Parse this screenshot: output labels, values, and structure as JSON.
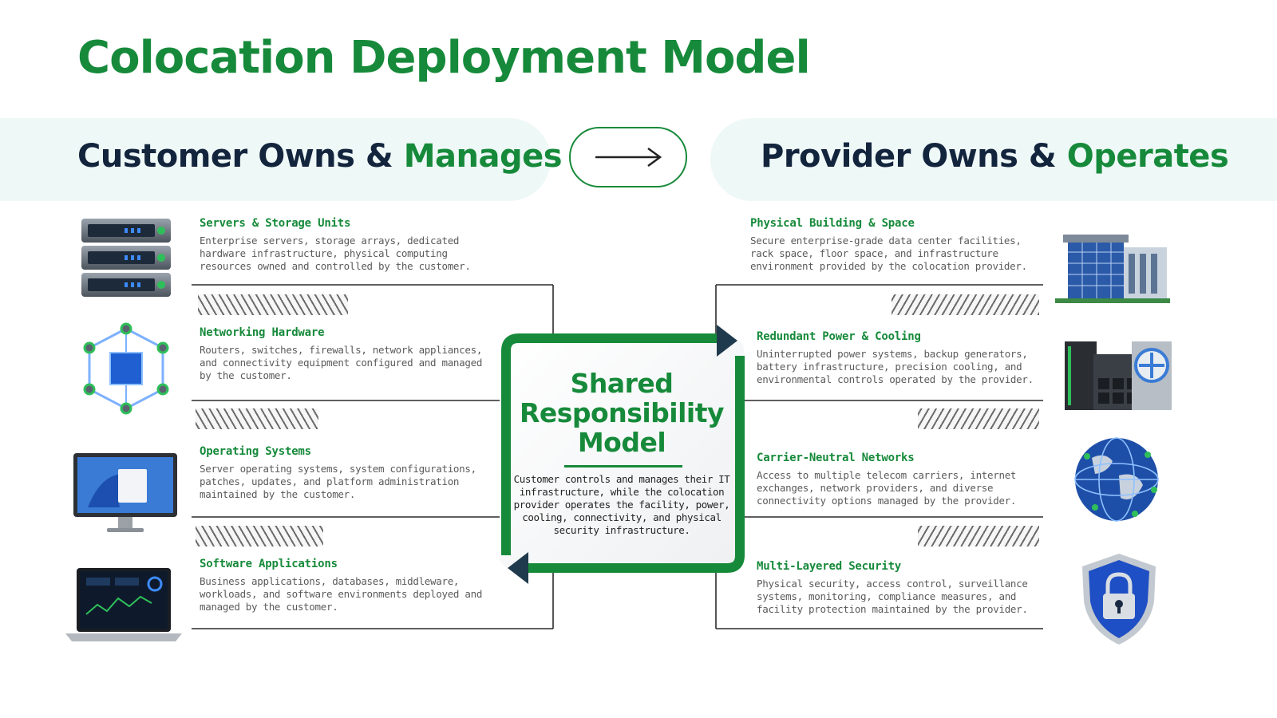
{
  "title": "Colocation Deployment Model",
  "left_header": {
    "part1": "Customer Owns & ",
    "part2": "Manages"
  },
  "right_header": {
    "part1": "Provider Owns & ",
    "part2": "Operates"
  },
  "center": {
    "title_line1": "Shared",
    "title_line2": "Responsibility",
    "title_line3": "Model",
    "text": "Customer controls and manages their IT infrastructure, while the colocation provider operates the facility, power, cooling, connectivity, and physical security infrastructure."
  },
  "customer_items": [
    {
      "title": "Servers & Storage Units",
      "desc": "Enterprise servers, storage arrays, dedicated hardware infrastructure, physical computing resources owned and controlled by the customer.",
      "icon": "server-rack-icon"
    },
    {
      "title": "Networking Hardware",
      "desc": "Routers, switches, firewalls, network appliances, and connectivity equipment configured and managed by the customer.",
      "icon": "network-cube-icon"
    },
    {
      "title": "Operating Systems",
      "desc": "Server operating systems, system configurations, patches, updates, and platform administration maintained by the customer.",
      "icon": "monitor-icon"
    },
    {
      "title": "Software Applications",
      "desc": "Business applications, databases, middleware, workloads, and software environments deployed and managed by the customer.",
      "icon": "laptop-icon"
    }
  ],
  "provider_items": [
    {
      "title": "Physical Building & Space",
      "desc": "Secure enterprise-grade data center facilities, rack space, floor space, and infrastructure environment provided by the colocation provider.",
      "icon": "building-icon"
    },
    {
      "title": "Redundant Power & Cooling",
      "desc": "Uninterrupted power systems, backup generators, battery infrastructure, precision cooling, and environmental controls operated by the provider.",
      "icon": "power-cooling-icon"
    },
    {
      "title": "Carrier-Neutral Networks",
      "desc": "Access to multiple telecom carriers, internet exchanges, network providers, and diverse connectivity options managed by the provider.",
      "icon": "globe-icon"
    },
    {
      "title": "Multi-Layered Security",
      "desc": "Physical security, access control, surveillance systems, monitoring, compliance measures, and facility protection maintained by the provider.",
      "icon": "shield-lock-icon"
    }
  ],
  "colors": {
    "green": "#168a3a",
    "navy": "#13243d",
    "band": "#eef8f7"
  }
}
